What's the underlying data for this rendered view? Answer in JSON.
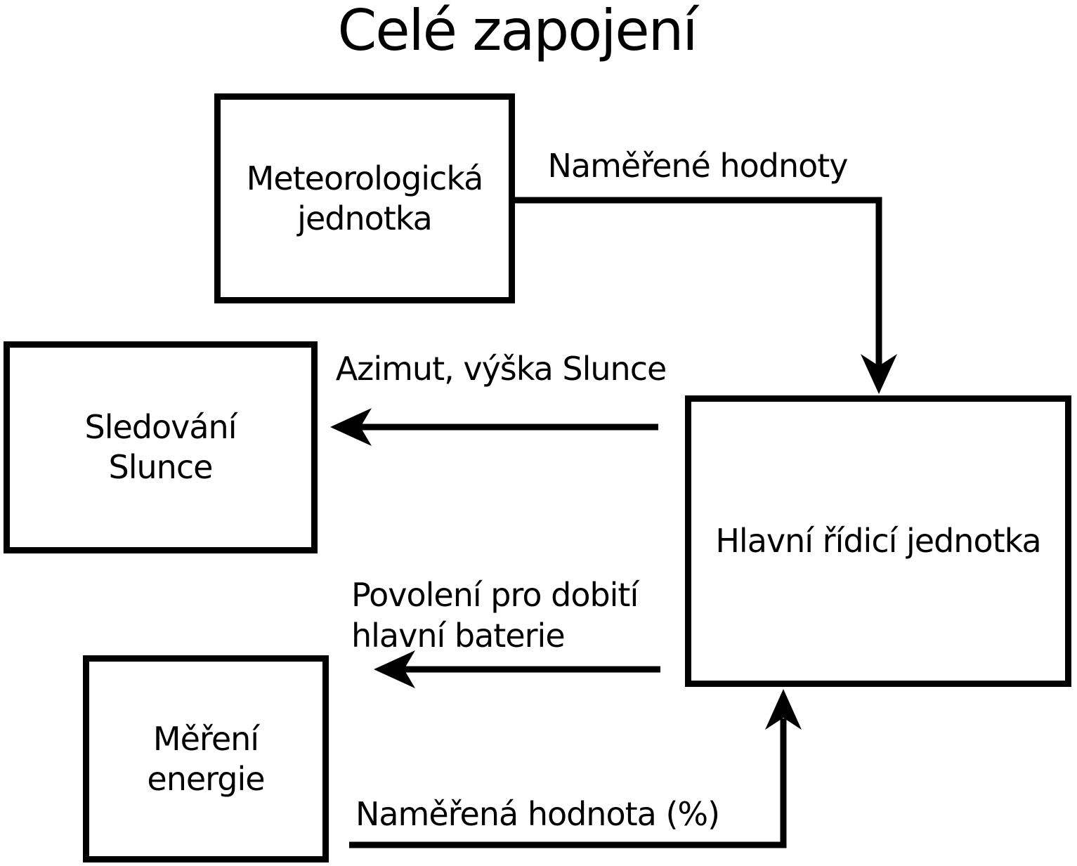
{
  "title": "Celé zapojení",
  "colors": {
    "background": "#ffffff",
    "stroke": "#000000",
    "text": "#000000"
  },
  "nodes": {
    "meteo": {
      "lines": [
        "Meteorologická",
        "jednotka"
      ]
    },
    "sun_tracking": {
      "lines": [
        "Sledování",
        "Slunce"
      ]
    },
    "energy_metering": {
      "lines": [
        "Měření",
        "energie"
      ]
    },
    "main_control": {
      "lines": [
        "Hlavní řídicí jednotka"
      ]
    }
  },
  "edges": {
    "measured_values": {
      "label": "Naměřené hodnoty",
      "from": "meteo",
      "to": "main_control"
    },
    "sun_position": {
      "label": "Azimut, výška Slunce",
      "from": "main_control",
      "to": "sun_tracking"
    },
    "charge_permission": {
      "lines": [
        "Povolení pro dobití",
        "hlavní baterie"
      ],
      "from": "main_control",
      "to": "energy_metering"
    },
    "measured_percentage": {
      "label": "Naměřená hodnota (%)",
      "from": "energy_metering",
      "to": "main_control"
    }
  }
}
